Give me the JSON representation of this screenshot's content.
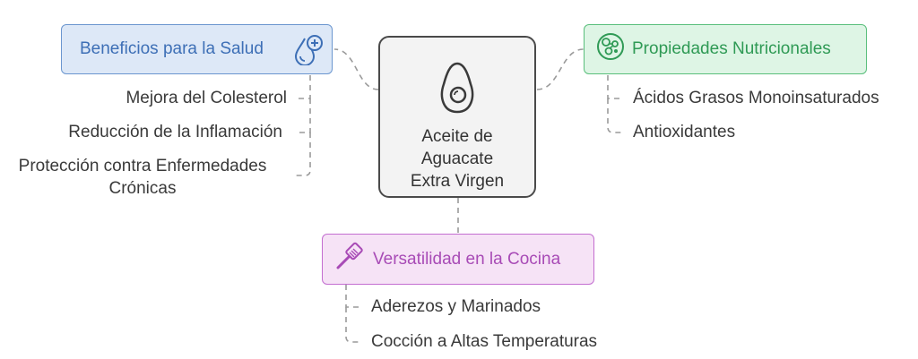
{
  "center": {
    "title_lines": [
      "Aceite de",
      "Aguacate",
      "Extra Virgen"
    ],
    "icon": "avocado-icon"
  },
  "branches": [
    {
      "label": "Beneficios para la Salud",
      "icon": "water-drop-plus-icon",
      "color": "#6b96cf",
      "items": [
        "Mejora del Colesterol",
        "Reducción de la Inflamación",
        "Protección contra Enfermedades Crónicas"
      ]
    },
    {
      "label": "Propiedades Nutricionales",
      "icon": "molecule-cells-icon",
      "color": "#5abf7c",
      "items": [
        "Ácidos Grasos Monoinsaturados",
        "Antioxidantes"
      ]
    },
    {
      "label": "Versatilidad en la Cocina",
      "icon": "spatula-icon",
      "color": "#c36ed0",
      "items": [
        "Aderezos y Marinados",
        "Cocción a Altas Temperaturas"
      ]
    }
  ]
}
